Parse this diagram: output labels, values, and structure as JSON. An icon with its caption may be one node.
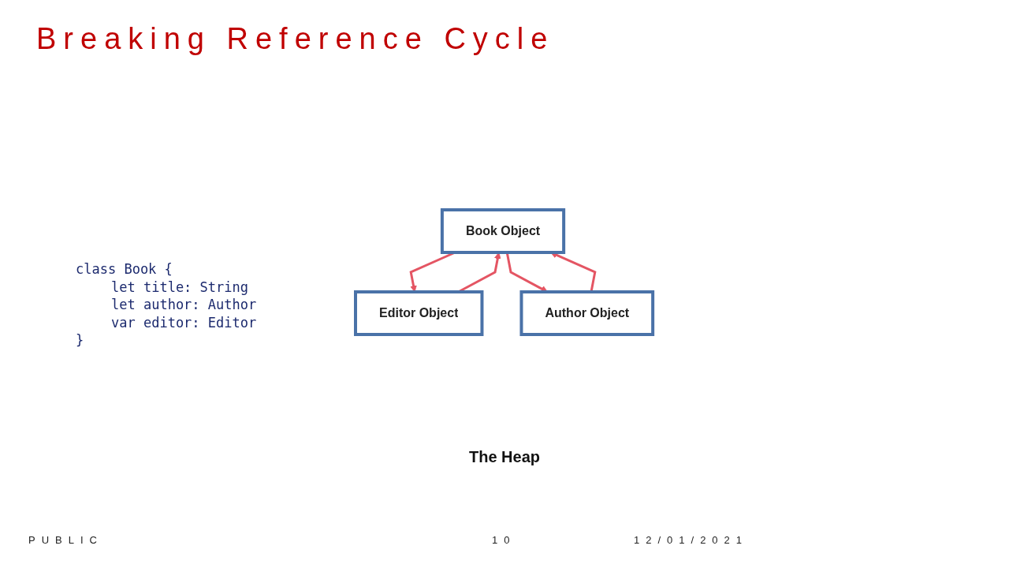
{
  "diagram": {
    "title": "Breaking Reference Cycle",
    "caption": "The Heap",
    "nodes": [
      {
        "text": [
          "Book Object"
        ]
      },
      {
        "text": [
          "Editor Object"
        ]
      },
      {
        "text": [
          "Author Object"
        ]
      }
    ],
    "edges": [
      {
        "from": 1,
        "to": 0,
        "arrow": "to"
      },
      {
        "from": 0,
        "to": 1,
        "arrow": "to"
      },
      {
        "from": 2,
        "to": 0,
        "arrow": "to"
      },
      {
        "from": 0,
        "to": 2,
        "arrow": "to"
      }
    ],
    "labels": [
      "class Book {",
      "let title: String",
      "let author: Author",
      "var editor: Editor",
      "}",
      "PUBLIC",
      "10",
      "12/01/2021"
    ]
  }
}
